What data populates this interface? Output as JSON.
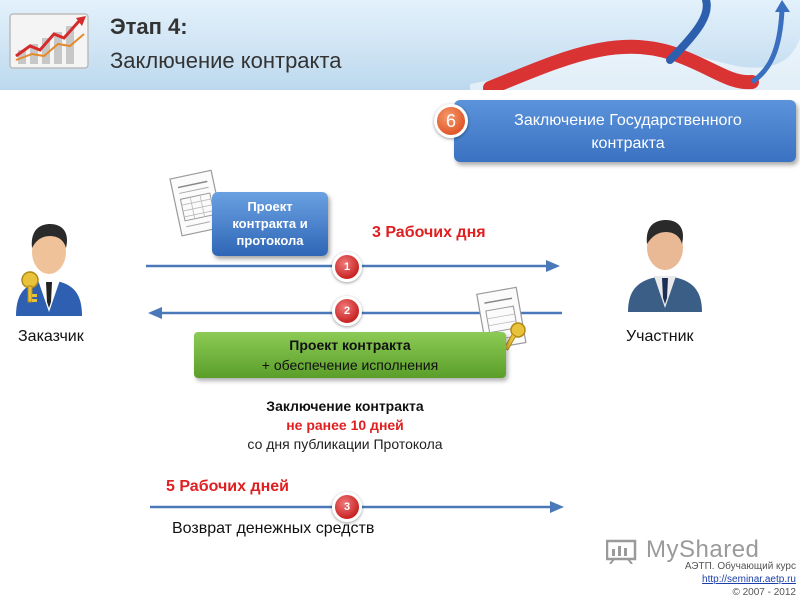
{
  "header": {
    "stage": "Этап 4:",
    "title": "Заключение контракта"
  },
  "step6": {
    "number": "6",
    "line1": "Заключение Государственного",
    "line2": "контракта"
  },
  "customer": {
    "label": "Заказчик"
  },
  "participant": {
    "label": "Участник"
  },
  "blue_box": {
    "line1": "Проект",
    "line2": "контракта и",
    "line3": "протокола"
  },
  "days_3": "3  Рабочих дня",
  "days_5": "5  Рабочих дней",
  "steps": {
    "s1": "1",
    "s2": "2",
    "s3": "3"
  },
  "green_box": {
    "line1": "Проект контракта",
    "line2": "+ обеспечение исполнения"
  },
  "conclusion": {
    "line1": "Заключение контракта",
    "line2": "не ранее 10 дней",
    "line3": "со дня публикации Протокола"
  },
  "return_label": "Возврат денежных средств",
  "watermark": "MyShared",
  "footer": {
    "line1": "АЭТП. Обучающий курс",
    "line2": "http://seminar.aetp.ru",
    "line3": "© 2007 - 2012"
  },
  "colors": {
    "arrow": "#4a78b8",
    "red_text": "#e02020",
    "blue_box": "#2f66b6",
    "green_box": "#5a9e2a"
  }
}
